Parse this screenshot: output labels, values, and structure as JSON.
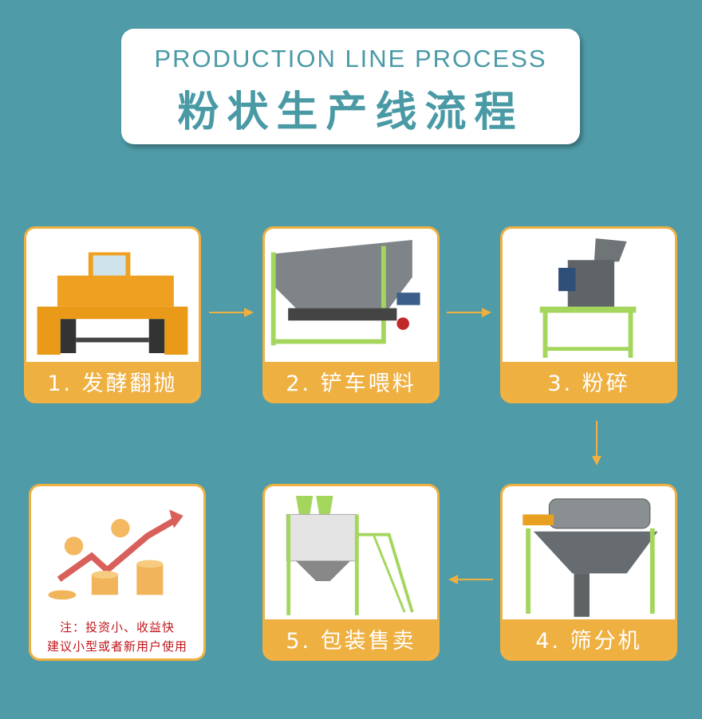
{
  "header": {
    "title_en": "PRODUCTION LINE PROCESS",
    "title_cn": "粉状生产线流程"
  },
  "steps": [
    {
      "label": "1. 发酵翻抛"
    },
    {
      "label": "2. 铲车喂料"
    },
    {
      "label": "3. 粉碎"
    },
    {
      "label": "4. 筛分机"
    },
    {
      "label": "5. 包装售卖"
    }
  ],
  "note": {
    "line1": "注：投资小、收益快",
    "line2": "建议小型或者新用户使用"
  },
  "colors": {
    "background": "#4f9ba8",
    "accent": "#efb042",
    "title": "#4a9aa6",
    "note": "#c0151b"
  }
}
